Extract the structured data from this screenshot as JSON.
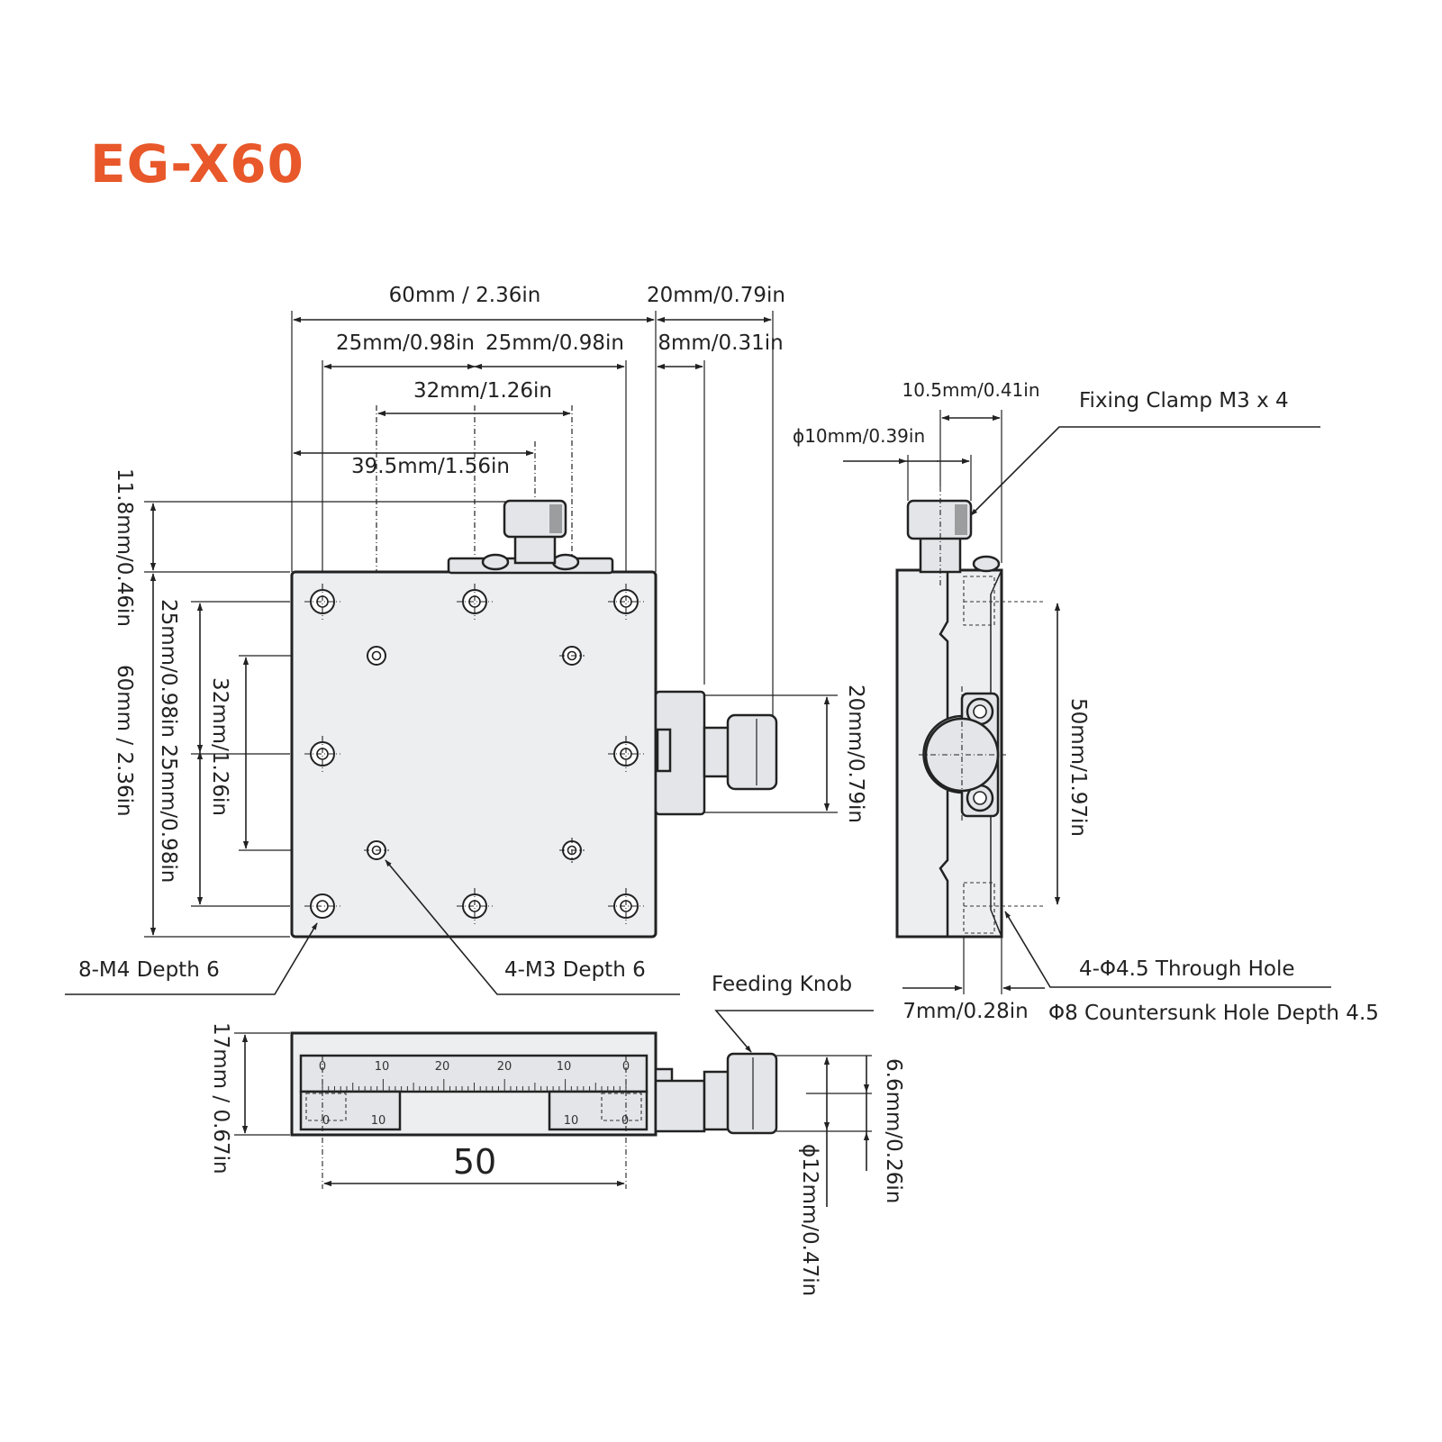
{
  "title": "EG-X60",
  "top_view": {
    "dim_width": "60mm / 2.36in",
    "dim_knob_width": "20mm/0.79in",
    "dim_hole_spacing_left": "25mm/0.98in",
    "dim_hole_spacing_right": "25mm/0.98in",
    "dim_knob_offset": "8mm/0.31in",
    "dim_m3_spacing": "32mm/1.26in",
    "dim_clamp_offset": "39.5mm/1.56in",
    "dim_clamp_height": "11.8mm/0.46in",
    "dim_height": "60mm / 2.36in",
    "dim_vert_spacing": "25mm/0.98in 25mm/0.98in",
    "dim_m3_vert_spacing": "32mm/1.26in",
    "dim_knob_height": "20mm/0.79in",
    "label_m4": "8-M4 Depth 6",
    "label_m3": "4-M3 Depth 6"
  },
  "side_view": {
    "dim_clamp_offset": "10.5mm/0.41in",
    "dim_clamp_dia": "10mm/0.39in",
    "dim_clamp_dia_symbol": "ϕ",
    "label_clamp": "Fixing Clamp M3 x 4",
    "dim_hole_spacing": "50mm/1.97in",
    "label_through_hole": "4-Φ4.5 Through Hole",
    "label_countersink": "Φ8 Countersunk Hole Depth 4.5",
    "dim_edge_offset": "7mm/0.28in"
  },
  "front_view": {
    "label_knob": "Feeding Knob",
    "dim_height": "17mm / 0.67in",
    "dim_travel": "50",
    "dim_knob_offset": "6.6mm/0.26in",
    "dim_knob_dia": "12mm/0.47in",
    "dim_knob_dia_symbol": "ϕ",
    "scale_top": [
      "0",
      "10",
      "20",
      "20",
      "10",
      "0"
    ],
    "scale_bottom_left": [
      "0",
      "10"
    ],
    "scale_bottom_right": [
      "10",
      "0"
    ]
  }
}
